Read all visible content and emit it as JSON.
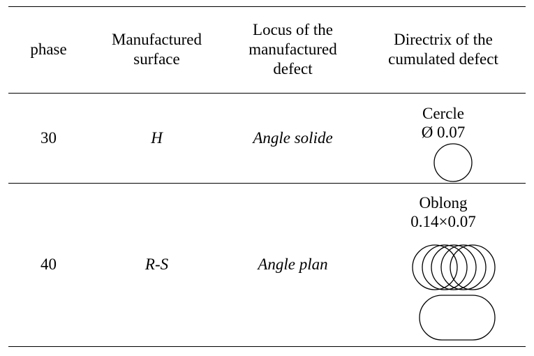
{
  "table": {
    "headers": [
      "phase",
      "Manufactured\nsurface",
      "Locus of the\nmanufactured\ndefect",
      "Directrix of the\ncumulated defect"
    ],
    "rows": [
      {
        "phase": "30",
        "surface": "H",
        "locus": "Angle solide",
        "directrix_label": "Cercle\nØ 0.07",
        "directrix_shape": "single-circle"
      },
      {
        "phase": "40",
        "surface": "R-S",
        "locus": "Angle plan",
        "directrix_label": "Oblong\n0.14×0.07",
        "directrix_shape": "overlapping-circles-and-oblong"
      }
    ]
  }
}
